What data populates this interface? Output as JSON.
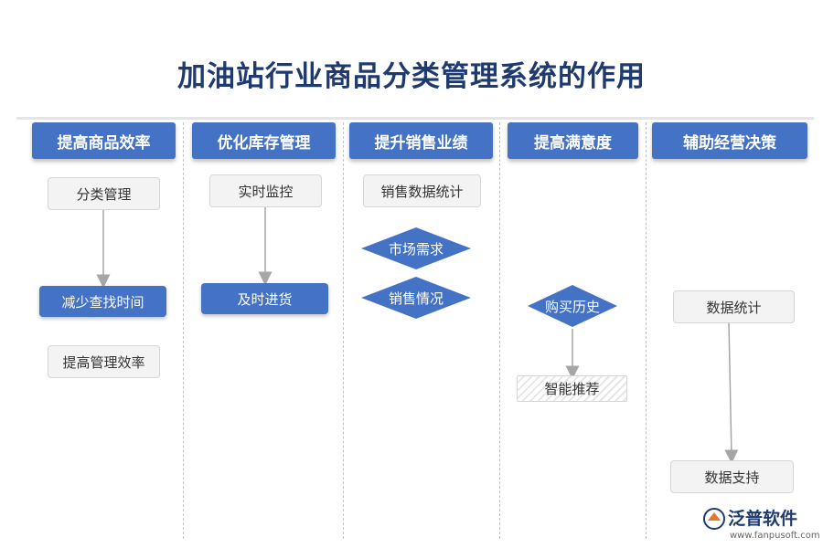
{
  "title": "加油站行业商品分类管理系统的作用",
  "columns": [
    {
      "header": "提高商品效率"
    },
    {
      "header": "优化库存管理"
    },
    {
      "header": "提升销售业绩"
    },
    {
      "header": "提高满意度"
    },
    {
      "header": "辅助经营决策"
    }
  ],
  "nodes": {
    "c1_category_mgmt": "分类管理",
    "c1_reduce_search_time": "减少查找时间",
    "c1_improve_mgmt_eff": "提高管理效率",
    "c2_realtime_monitor": "实时监控",
    "c2_timely_restock": "及时进货",
    "c3_sales_statistics": "销售数据统计",
    "c3_market_demand": "市场需求",
    "c3_sales_status": "销售情况",
    "c4_purchase_history": "购买历史",
    "c4_smart_recommend": "智能推荐",
    "c5_data_statistics": "数据统计",
    "c5_data_support": "数据支持"
  },
  "logo": {
    "name": "泛普软件",
    "url": "www.fanpusoft.com"
  },
  "colors": {
    "title": "#1f3a6e",
    "header_bg": "#4472c4",
    "node_blue": "#4472c4",
    "node_gray": "#f3f3f3",
    "arrow": "#a6a6a6"
  }
}
